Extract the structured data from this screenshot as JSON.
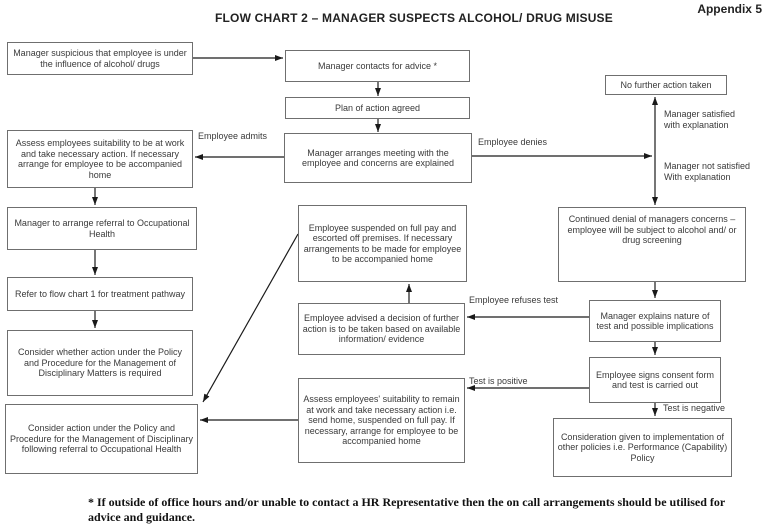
{
  "header": {
    "appendix": "Appendix 5",
    "title": "FLOW CHART 2 – MANAGER SUSPECTS ALCOHOL/ DRUG MISUSE"
  },
  "nodes": {
    "manager_suspicious": "Manager suspicious that employee is under the influence of alcohol/ drugs",
    "contacts_advice": "Manager contacts for advice *",
    "plan_agreed": "Plan of action agreed",
    "arranges_meeting": "Manager arranges meeting with the employee and concerns are explained",
    "assess_suitability_work": "Assess employees suitability to be at work and take necessary action.  If necessary arrange for employee to be accompanied home",
    "referral_oh": "Manager to arrange referral to Occupational Health",
    "refer_flowchart1": "Refer to flow chart 1 for treatment pathway",
    "consider_whether_action": "Consider whether action under the Policy and Procedure for the Management of Disciplinary Matters is required",
    "consider_action_policy": "Consider action under the Policy and Procedure for the Management of Disciplinary following referral to Occupational Health",
    "suspended_full_pay": "Employee suspended on full pay and escorted off premises. If necessary arrangements to be made for employee to be accompanied home",
    "advised_decision": "Employee advised a decision of further action is to be taken based on available information/ evidence",
    "assess_remain_work": "Assess employees' suitability to remain at work and take necessary action i.e. send home, suspended on full pay.  If necessary, arrange for employee to be accompanied home",
    "no_further_action": "No further action taken",
    "continued_denial": "Continued denial of managers concerns – employee will be subject to alcohol and/ or drug screening",
    "explains_test": "Manager explains nature of test and possible implications",
    "signs_consent": "Employee signs consent form and test is carried out",
    "consideration_policies": "Consideration given to implementation of other policies i.e. Performance (Capability) Policy"
  },
  "edge_labels": {
    "employee_admits": "Employee admits",
    "employee_denies": "Employee denies",
    "manager_satisfied": "Manager satisfied with explanation",
    "manager_not_satisfied": "Manager not satisfied With explanation",
    "employee_refuses_test": "Employee refuses test",
    "test_positive": "Test is positive",
    "test_negative": "Test is negative"
  },
  "footnote": "* If outside of office hours and/or unable to contact a HR Representative then the on call arrangements should be utilised for advice and guidance."
}
